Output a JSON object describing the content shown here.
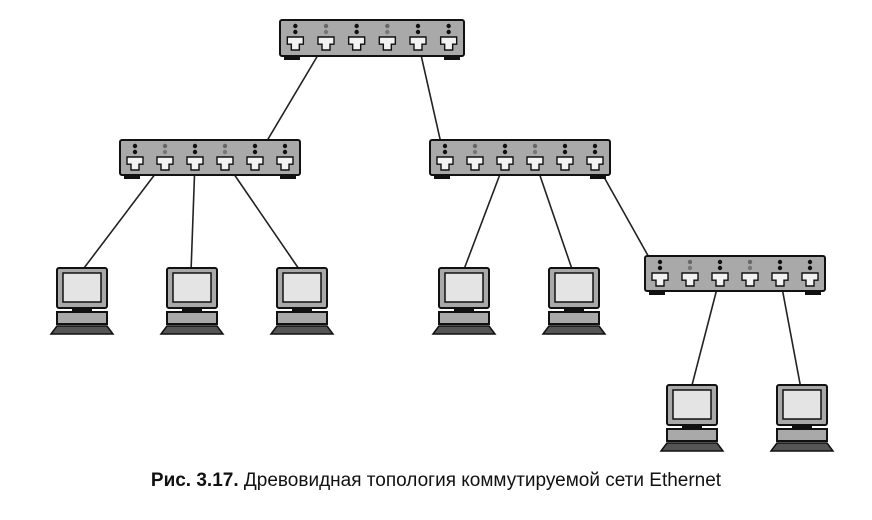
{
  "figure": {
    "caption_number": "Рис. 3.17.",
    "caption_text": " Древовидная топология коммутируемой сети Ethernet"
  },
  "colors": {
    "device_fill": "#a9a9a9",
    "device_stroke": "#111111",
    "screen_fill": "#e4e4e4",
    "line": "#222222"
  },
  "nodes": [
    {
      "id": "switch-root",
      "kind": "switch"
    },
    {
      "id": "switch-left",
      "kind": "switch"
    },
    {
      "id": "switch-mid",
      "kind": "switch"
    },
    {
      "id": "switch-right",
      "kind": "switch"
    },
    {
      "id": "pc-1",
      "kind": "computer"
    },
    {
      "id": "pc-2",
      "kind": "computer"
    },
    {
      "id": "pc-3",
      "kind": "computer"
    },
    {
      "id": "pc-4",
      "kind": "computer"
    },
    {
      "id": "pc-5",
      "kind": "computer"
    },
    {
      "id": "pc-6",
      "kind": "computer"
    },
    {
      "id": "pc-7",
      "kind": "computer"
    }
  ],
  "links": [
    {
      "from": "switch-root",
      "to": "switch-left"
    },
    {
      "from": "switch-root",
      "to": "switch-mid"
    },
    {
      "from": "switch-left",
      "to": "pc-1"
    },
    {
      "from": "switch-left",
      "to": "pc-2"
    },
    {
      "from": "switch-left",
      "to": "pc-3"
    },
    {
      "from": "switch-mid",
      "to": "pc-4"
    },
    {
      "from": "switch-mid",
      "to": "pc-5"
    },
    {
      "from": "switch-mid",
      "to": "switch-right"
    },
    {
      "from": "switch-right",
      "to": "pc-6"
    },
    {
      "from": "switch-right",
      "to": "pc-7"
    }
  ]
}
